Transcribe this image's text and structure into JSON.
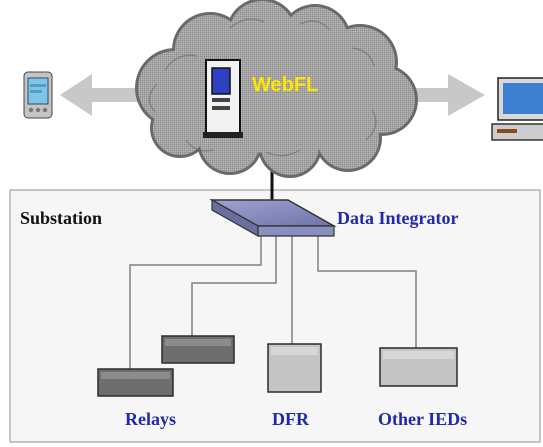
{
  "cloud": {
    "label": "WebFL",
    "label_color": "#FFE600",
    "fill": "#9A9A9A",
    "edge": "#5A5A5A"
  },
  "substation": {
    "title": "Substation",
    "panel_fill": "#F5F5F5",
    "panel_border": "#B5B5B5"
  },
  "hub": {
    "label": "Data Integrator",
    "label_color": "#1F2AA8"
  },
  "devices": {
    "relays_label": "Relays",
    "dfr_label": "DFR",
    "other_ieds_label": "Other IEDs",
    "label_color": "#1F2AA8"
  },
  "icons": {
    "server": "server-tower-icon",
    "pda": "pda-icon",
    "desktop": "desktop-computer-icon",
    "arrow_color": "#C8C8C8"
  }
}
